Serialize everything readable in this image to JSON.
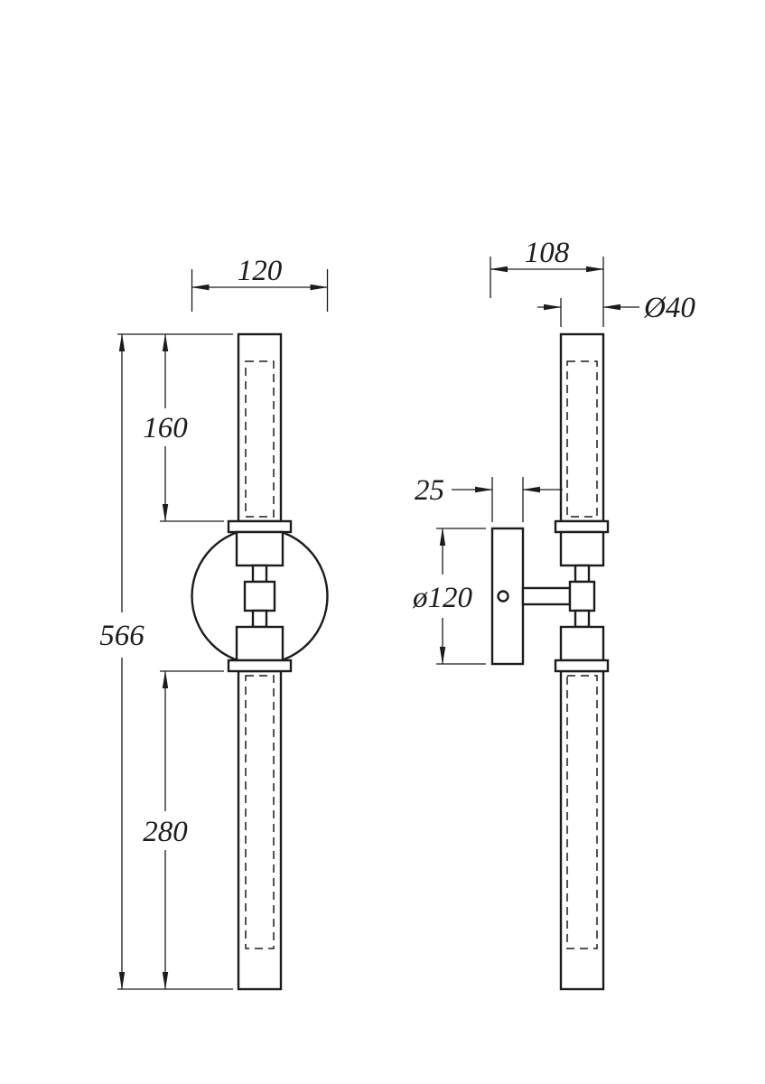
{
  "page": {
    "background": "#ffffff",
    "line_color": "#1c1c1c"
  },
  "drawing": {
    "type": "technical-dimension-drawing",
    "views": {
      "front": "front-view",
      "side": "side-view"
    },
    "dimensions": {
      "front_width": "120",
      "front_upper_segment": "160",
      "front_total_height": "566",
      "front_lower_segment": "280",
      "side_depth": "108",
      "tube_diameter": "Ø40",
      "backplate_thickness": "25",
      "backplate_diameter": "ø120"
    }
  }
}
